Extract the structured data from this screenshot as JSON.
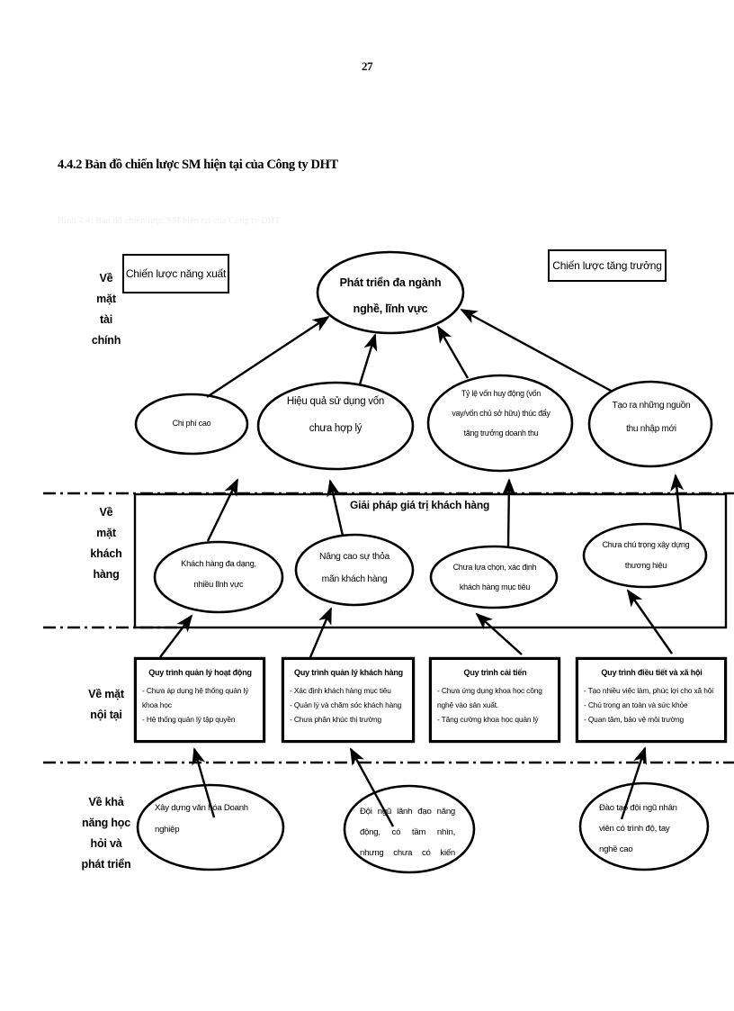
{
  "page": {
    "number": "27",
    "heading": "4.4.2 Bản đồ chiến lược SM hiện tại của Công ty DHT",
    "faint_subtext": "Hình 4.4: Bản đồ chiến lược SM hiện tại của Công ty DHT"
  },
  "perspectives": {
    "financial": "Về\nmặt\ntài\nchính",
    "customer": "Về\nmặt\nkhách\nhàng",
    "internal": "Về mặt\nnội tại",
    "learning": "Về khả\nnăng học\nhỏi và\nphát triển"
  },
  "strategy_boxes": {
    "productivity": "Chiến lược năng xuất",
    "growth": "Chiến lược tăng trưởng"
  },
  "top_goal": {
    "line1": "Phát triển đa ngành",
    "line2": "nghề, lĩnh vực"
  },
  "financial_nodes": [
    {
      "lines": [
        "Chi phí cao"
      ]
    },
    {
      "lines": [
        "Hiệu quả sử dụng vốn",
        "chưa hợp lý"
      ]
    },
    {
      "lines": [
        "Tỷ lệ vốn huy động (vốn",
        "vay/vốn chủ sở hữu) thúc đẩy",
        "tăng trưởng doanh thu"
      ]
    },
    {
      "lines": [
        "Tạo ra những nguồn",
        "thu nhập mới"
      ]
    }
  ],
  "customer_section": {
    "title": "Giải pháp giá trị  khách hàng",
    "nodes": [
      {
        "lines": [
          "Khách hàng đa dạng,",
          "nhiều lĩnh vực"
        ]
      },
      {
        "lines": [
          "Nâng cao sự thỏa",
          "mãn khách hàng"
        ]
      },
      {
        "lines": [
          "Chưa lựa chọn, xác định",
          "khách hàng mục tiêu"
        ]
      },
      {
        "lines": [
          "Chưa chú trọng xây dựng",
          "thương hiệu"
        ]
      }
    ]
  },
  "internal_processes": [
    {
      "title": "Quy trình quản lý hoạt động",
      "items": [
        "- Chưa áp dụng hệ thống quản lý khoa học",
        "- Hệ thống quản lý tập quyền"
      ]
    },
    {
      "title": "Quy trình quản lý khách hàng",
      "items": [
        "- Xác định khách hàng mục tiêu",
        "- Quản lý và chăm sóc khách hàng",
        "- Chưa phân khúc thị  trường"
      ]
    },
    {
      "title": "Quy trình cải tiến",
      "items": [
        "- Chưa ứng dụng khoa học công nghệ vào sản xuất.",
        "- Tăng cường khoa học quản lý"
      ]
    },
    {
      "title": "Quy trình điều tiết và xã hội",
      "items": [
        "- Tạo nhiều việc làm, phúc lợi cho xã hội",
        "- Chú trọng an toàn và sức khỏe",
        "- Quan tâm, bảo vệ môi trường"
      ]
    }
  ],
  "learning_nodes": [
    {
      "lines": [
        "Xây dựng văn hóa Doanh",
        "nghiệp"
      ],
      "align": "left"
    },
    {
      "lines": [
        "Đội ngũ lãnh đạo năng",
        "động, có tầm nhìn,",
        "nhưng chưa có kiến"
      ],
      "align": "justify"
    },
    {
      "lines": [
        "Đào tạo đội ngũ nhân",
        "viên có trình độ, tay",
        "nghề cao"
      ],
      "align": "left"
    }
  ],
  "colors": {
    "ink": "#000000",
    "paper": "#ffffff"
  }
}
